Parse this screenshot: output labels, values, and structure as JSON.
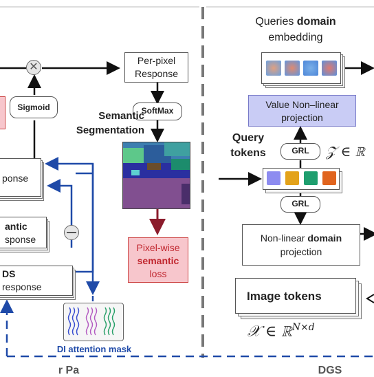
{
  "left_panel": {
    "per_pixel_response": [
      "Per-pixel",
      "Response"
    ],
    "sigmoid": "Sigmoid",
    "softmax": "SoftMax",
    "semantic_segmentation": [
      "Semantic",
      "Segmentation"
    ],
    "response_top": "ponse",
    "response_mid": [
      "antic",
      "sponse"
    ],
    "ds_response": [
      "DS",
      "response"
    ],
    "pixel_wise_loss": [
      "Pixel-wise",
      "semantic",
      "loss"
    ],
    "di_attention_mask": "DI attention mask",
    "bottom_partial": "r  Pa"
  },
  "right_panel": {
    "queries_domain_embedding": [
      "Queries ",
      "domain",
      "embedding"
    ],
    "value_projection": [
      "Value Non–linear",
      "projection"
    ],
    "query_tokens": [
      "Query",
      "tokens"
    ],
    "grl_top": "GRL",
    "grl_bottom": "GRL",
    "z_formula": "𝒵 ∈ ℝ",
    "domain_projection": [
      "Non-linear ",
      "domain",
      "projection"
    ],
    "image_tokens": "Image tokens",
    "x_formula": "𝒳 ∈ ℝ",
    "x_sup": "N×d",
    "bottom_partial": "DGS"
  },
  "colors": {
    "value_box": "#c9ccf5",
    "loss_box": "#f7c6cc",
    "blue_arrow": "#1f4aa8",
    "dark_red_arrow": "#8b1c2c",
    "token_colors": [
      "#8d8cf0",
      "#e3a21a",
      "#1e9e6e",
      "#e0641e"
    ]
  }
}
